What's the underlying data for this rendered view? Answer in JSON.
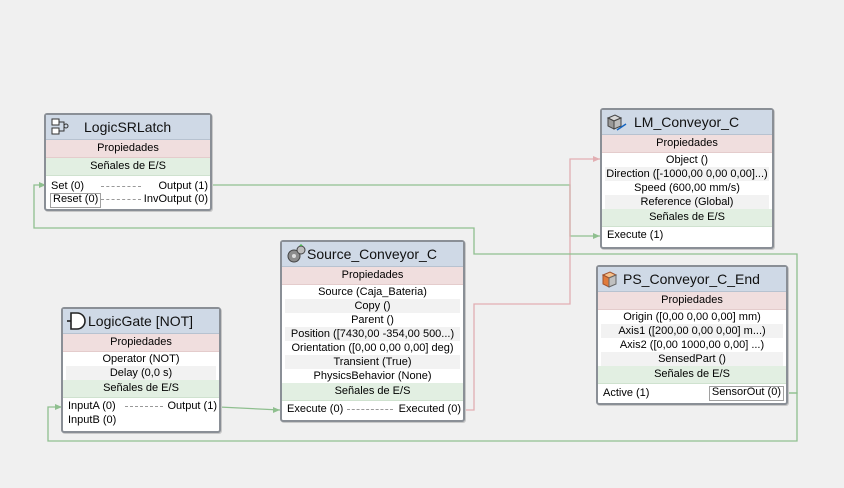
{
  "colors": {
    "wire_green": "#8fbf8f",
    "wire_red": "#e2aeb2",
    "header": "#cfd9e6"
  },
  "latch": {
    "title": "LogicSRLatch",
    "props_label": "Propiedades",
    "signals_label": "Señales de E/S",
    "in1": "Set (0)",
    "in2": "Reset (0)",
    "out1": "Output (1)",
    "out2": "InvOutput (0)"
  },
  "gate": {
    "title": "LogicGate [NOT]",
    "props_label": "Propiedades",
    "operator": "Operator (NOT)",
    "delay": "Delay (0,0 s)",
    "signals_label": "Señales de E/S",
    "in1": "InputA (0)",
    "in2": "InputB (0)",
    "out1": "Output (1)"
  },
  "source": {
    "title": "Source_Conveyor_C",
    "props_label": "Propiedades",
    "props": [
      "Source (Caja_Bateria)",
      "Copy ()",
      "Parent ()",
      "Position ([7430,00 -354,00 500...)",
      "Orientation ([0,00 0,00 0,00] deg)",
      "Transient (True)",
      "PhysicsBehavior (None)"
    ],
    "signals_label": "Señales de E/S",
    "in1": "Execute (0)",
    "out1": "Executed (0)"
  },
  "mover": {
    "title": "LM_Conveyor_C",
    "props_label": "Propiedades",
    "props": [
      "Object ()",
      "Direction ([-1000,00 0,00 0,00]...)",
      "Speed (600,00 mm/s)",
      "Reference (Global)"
    ],
    "signals_label": "Señales de E/S",
    "in1": "Execute (1)"
  },
  "sensor": {
    "title": "PS_Conveyor_C_End",
    "props_label": "Propiedades",
    "props": [
      "Origin ([0,00 0,00 0,00] mm)",
      "Axis1 ([200,00 0,00 0,00] m...)",
      "Axis2 ([0,00 1000,00 0,00] ...)",
      "SensedPart ()"
    ],
    "signals_label": "Señales de E/S",
    "in1": "Active (1)",
    "out1": "SensorOut (0)"
  }
}
